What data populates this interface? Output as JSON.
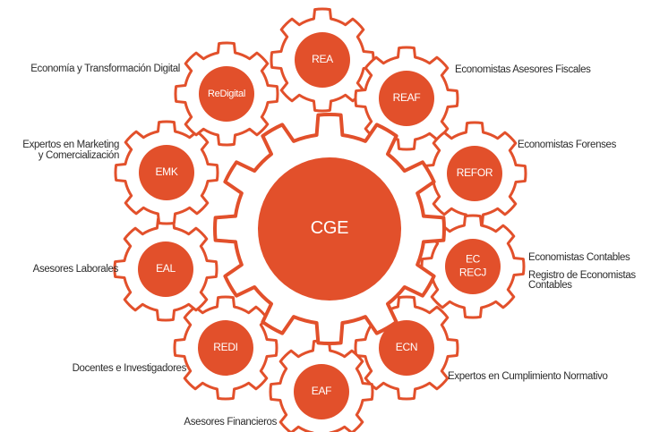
{
  "diagram": {
    "accent_color": "#e2502b",
    "gear_outline_color": "#e2502b",
    "center": {
      "label": "CGE"
    },
    "nodes": [
      {
        "id": "rea",
        "label": "REA",
        "description": ""
      },
      {
        "id": "reaf",
        "label": "REAF",
        "description": "Economistas Asesores Fiscales"
      },
      {
        "id": "refor",
        "label": "REFOR",
        "description": "Economistas Forenses"
      },
      {
        "id": "ec-recj",
        "label": "EC\nRECJ",
        "description": "Economistas Contables",
        "description_2": "Registro de Economistas\nContables"
      },
      {
        "id": "ecn",
        "label": "ECN",
        "description": "Expertos en Cumplimiento Normativo"
      },
      {
        "id": "eaf",
        "label": "EAF",
        "description": "Asesores Financieros"
      },
      {
        "id": "redi",
        "label": "REDI",
        "description": "Docentes e Investigadores"
      },
      {
        "id": "eal",
        "label": "EAL",
        "description": "Asesores Laborales"
      },
      {
        "id": "emk",
        "label": "EMK",
        "description": "Expertos en Marketing\ny Comercialización"
      },
      {
        "id": "redigital",
        "label": "ReDigital",
        "description": "Economía y Transformación Digital"
      }
    ]
  }
}
